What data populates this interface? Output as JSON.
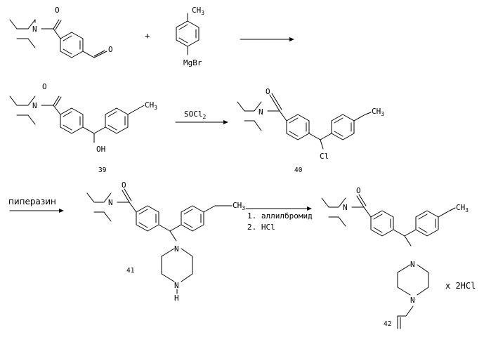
{
  "atoms": {
    "methyl": "CH",
    "methyl_sub": "3",
    "magnesium_bromide": "MgBr",
    "oxygen": "O",
    "hydroxyl": "OH",
    "nitrogen": "N",
    "chlorine": "Cl",
    "amine_h": "H"
  },
  "reagents": {
    "plus": "+",
    "thionyl": "SOCl",
    "thionyl_sub": "2",
    "piperazine": "пиперазин",
    "step1": "1. аллилбромид",
    "step2": "2. HCl",
    "salt": "x 2HCl"
  },
  "compounds": {
    "c39": "39",
    "c40": "40",
    "c41": "41",
    "c42": "42"
  }
}
